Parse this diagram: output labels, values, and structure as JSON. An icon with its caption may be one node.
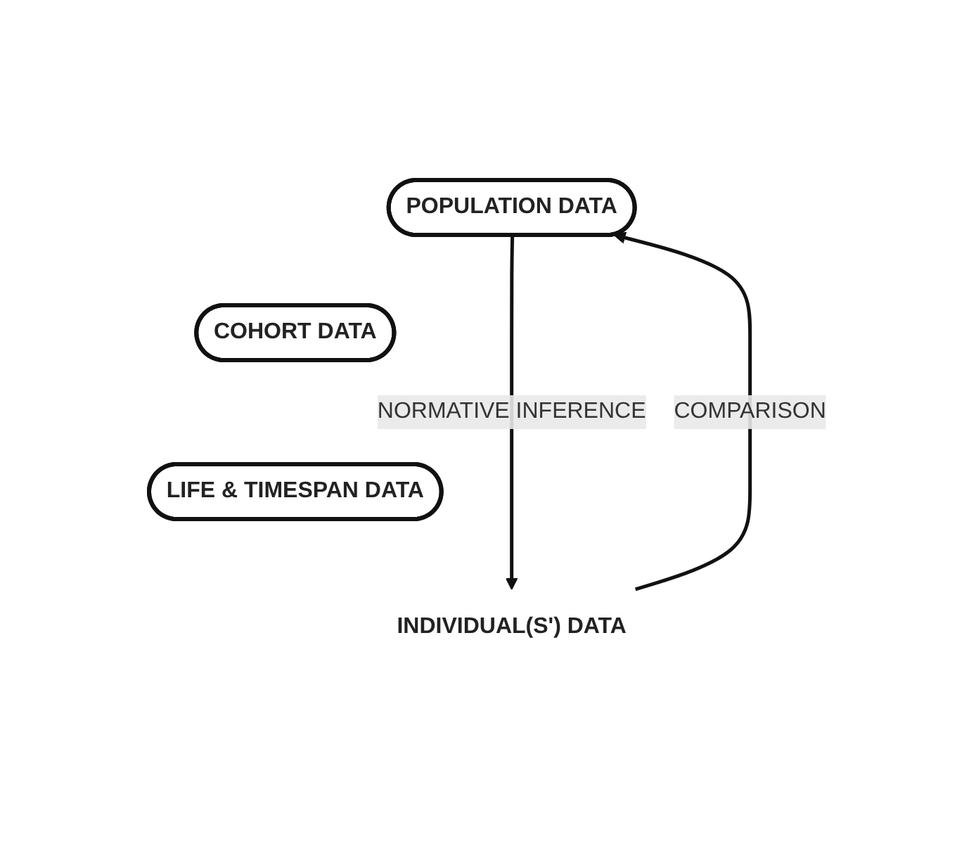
{
  "diagram": {
    "nodes": [
      {
        "text": [
          "POPULATION DATA"
        ]
      },
      {
        "text": [
          "COHORT DATA"
        ]
      },
      {
        "text": [
          "LIFE & TIMESPAN DATA"
        ]
      },
      {
        "text": [
          "INDIVIDUAL(S') DATA"
        ]
      }
    ],
    "edges": [
      {
        "from": 3,
        "to": 0,
        "arrow": "to",
        "label": "COMPARISON"
      },
      {
        "from": 0,
        "to": 3,
        "arrow": "to",
        "label": "NORMATIVE INFERENCE"
      }
    ]
  }
}
